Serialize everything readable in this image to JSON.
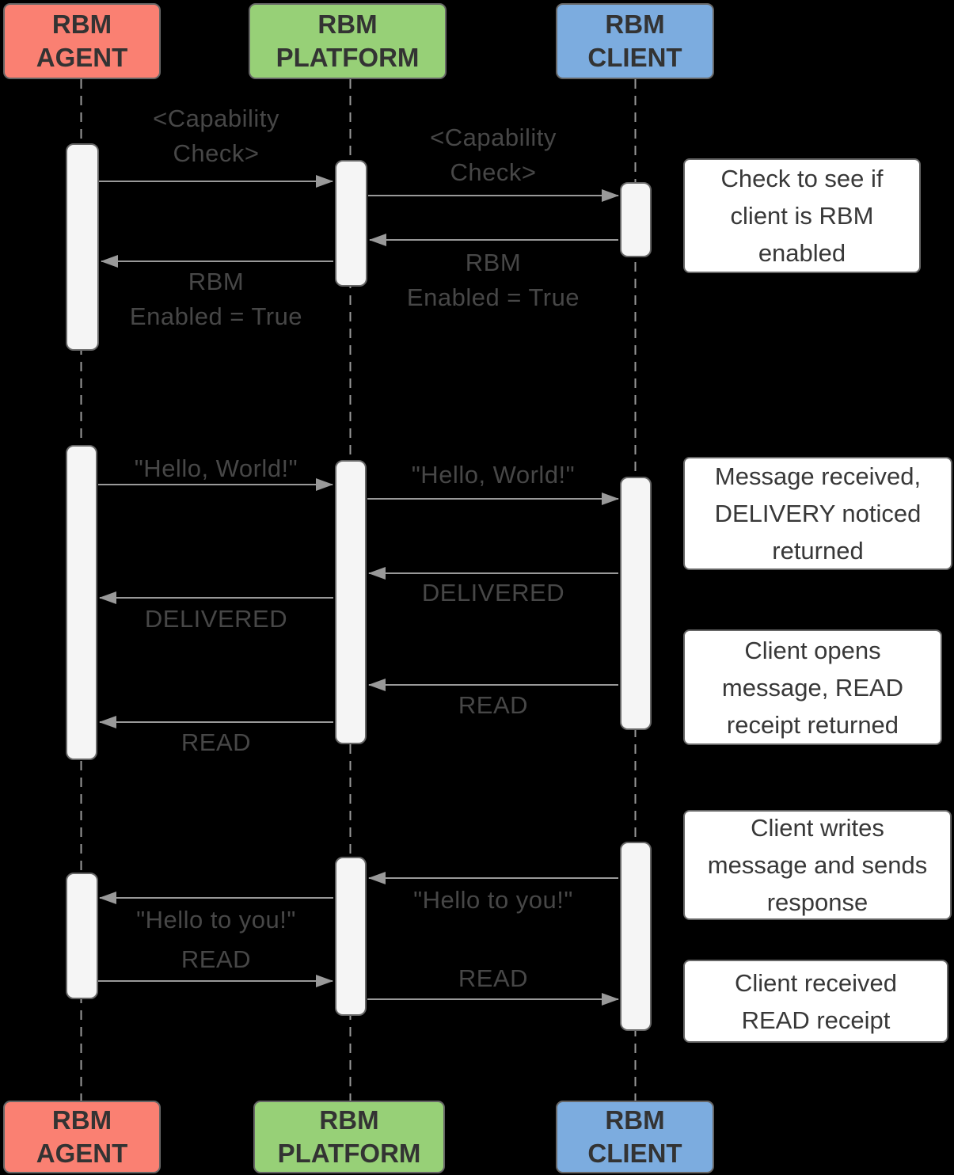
{
  "colors": {
    "agent_fill": "#FA8072",
    "platform_fill": "#97D077",
    "client_fill": "#7CACDF",
    "note_fill": "#FFFFFF",
    "line": "#999999",
    "background": "#000000"
  },
  "actors": {
    "agent": "RBM\nAGENT",
    "platform": "RBM\nPLATFORM",
    "client": "RBM\nCLIENT"
  },
  "messages": {
    "capability_check_agent_platform": "<Capability\nCheck>",
    "capability_check_platform_client": "<Capability\nCheck>",
    "rbm_enabled_client_platform": "RBM\nEnabled = True",
    "rbm_enabled_platform_agent": "RBM\nEnabled = True",
    "hello_world_agent_platform": "\"Hello, World!\"",
    "hello_world_platform_client": "\"Hello, World!\"",
    "delivered_client_platform": "DELIVERED",
    "delivered_platform_agent": "DELIVERED",
    "read_client_platform": "READ",
    "read_platform_agent": "READ",
    "hello_to_you_client_platform": "\"Hello to you!\"",
    "hello_to_you_platform_agent": "\"Hello to you!\"",
    "read_agent_platform": "READ",
    "read_platform_client": "READ"
  },
  "notes": {
    "capability": "Check to see if\nclient is RBM\nenabled",
    "delivery": "Message received,\nDELIVERY noticed\nreturned",
    "read_receipt_returned": "Client opens\nmessage, READ\nreceipt returned",
    "client_response": "Client writes\nmessage and sends\nresponse",
    "client_received_read": "Client received\nREAD receipt"
  }
}
